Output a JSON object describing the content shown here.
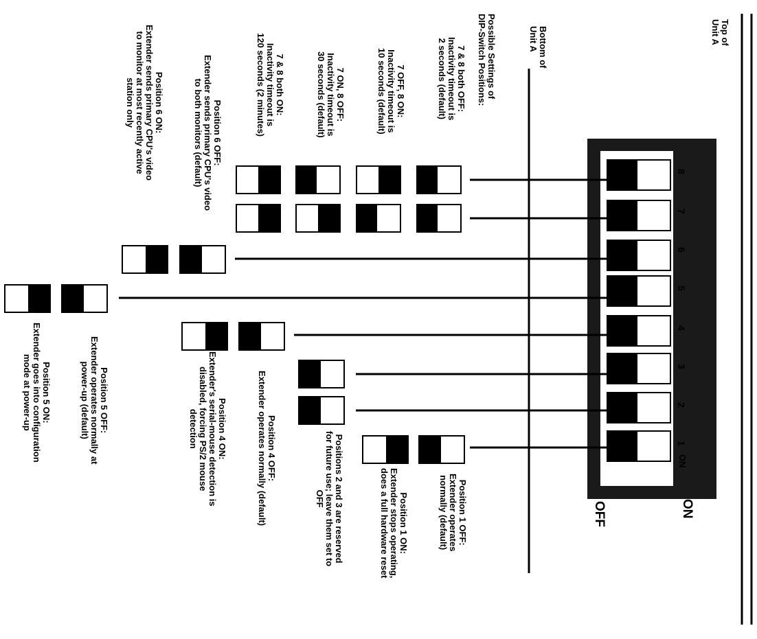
{
  "diagram": {
    "side_labels": {
      "top": [
        "Top of",
        "Unit A"
      ],
      "bottom": [
        "Bottom of",
        "Unit A"
      ],
      "on": "ON",
      "off": "OFF"
    },
    "block_legend": {
      "on_state": "ON",
      "switch_numbers": [
        "1",
        "2",
        "3",
        "4",
        "5",
        "6",
        "7",
        "8"
      ]
    },
    "heading": [
      "Possible Settings of",
      "DIP-Switch Positions:"
    ],
    "descriptions": {
      "s78_both_off": [
        "7 & 8 both OFF:",
        "Inactivity timeout is",
        "2 seconds (default)"
      ],
      "s7off_8on": [
        "7 OFF, 8 ON:",
        "Inactivity timeout is",
        "10 seconds (default)"
      ],
      "s7on_8off": [
        "7 ON, 8 OFF:",
        "Inactivity timeout is",
        "30 seconds (default)"
      ],
      "s78_both_on": [
        "7 & 8 both ON:",
        "Inactivity timeout is",
        "120 seconds (2 minutes)"
      ],
      "s6_off": [
        "Position 6 OFF:",
        "Extender sends primary CPU's video",
        "to both monitors (default)"
      ],
      "s6_on": [
        "Position 6 ON:",
        "Extender sends primary CPU's video",
        "to monitor at most recently active",
        "station only"
      ],
      "s5_off": [
        "Position 5 OFF:",
        "Extender operates normally at",
        "power-up (default)"
      ],
      "s5_on": [
        "Position 5 ON:",
        "Extender goes into configuration",
        "mode at power-up"
      ],
      "s4_off": [
        "Position 4 OFF:",
        "Extender operates normally (default)"
      ],
      "s4_on": [
        "Position 4 ON:",
        "Extender's serial-mouse detection is",
        "disabled, forcing PS/2 mouse",
        "detection"
      ],
      "s23_reserved": [
        "Positions 2 and 3 are reserved",
        "for future use; leave them set to",
        "OFF"
      ],
      "s1_off": [
        "Position 1 OFF:",
        "Extender operates",
        "normally (default)"
      ],
      "s1_on": [
        "Position 1 ON:",
        "Extender stops operating,",
        "does a full hardware reset"
      ]
    }
  }
}
